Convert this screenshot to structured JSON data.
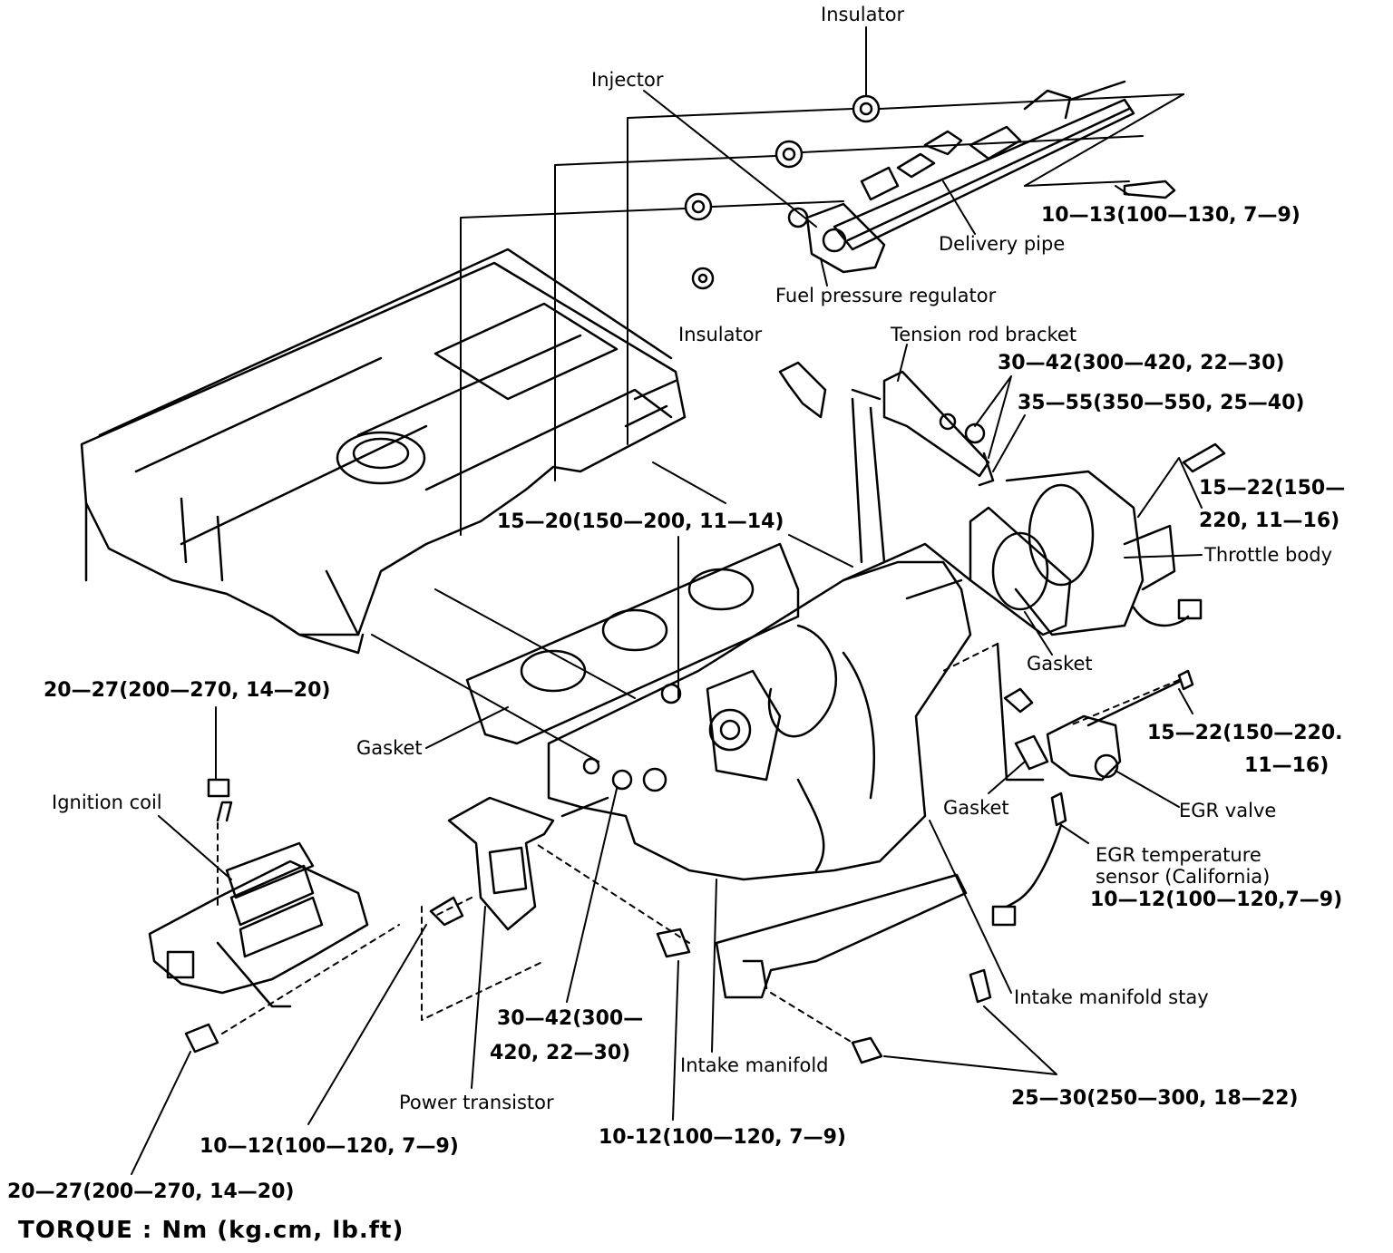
{
  "labels": {
    "insulator_top": "Insulator",
    "injector": "Injector",
    "delivery_pipe": "Delivery pipe",
    "fuel_pressure_regulator": "Fuel pressure regulator",
    "insulator_mid": "Insulator",
    "tension_rod_bracket": "Tension rod bracket",
    "throttle_body": "Throttle body",
    "gasket_throttle": "Gasket",
    "gasket_manifold": "Gasket",
    "gasket_egr": "Gasket",
    "egr_valve": "EGR valve",
    "egr_temp_sensor_1": "EGR  temperature",
    "egr_temp_sensor_2": "sensor  (California)",
    "ignition_coil": "Ignition coil",
    "power_transistor": "Power transistor",
    "intake_manifold": "Intake manifold",
    "intake_manifold_stay": "Intake manifold stay"
  },
  "torques": {
    "delivery_pipe_bolt": "10—13(100—130, 7—9)",
    "tension_rod_1": "30—42(300—420, 22—30)",
    "tension_rod_2": "35—55(350—550, 25—40)",
    "throttle_body_1": "15—22(150—",
    "throttle_body_2": "220, 11—16)",
    "manifold_nuts": "15—20(150—200, 11—14)",
    "egr_valve_1": "15—22(150—220.",
    "egr_valve_2": "11—16)",
    "egr_sensor": "10—12(100—120,7—9)",
    "coil_top": "20—27(200—270, 14—20)",
    "power_transistor_bracket_1": "30—42(300—",
    "power_transistor_bracket_2": "420, 22—30)",
    "stay_bolts": "25—30(250—300, 18—22)",
    "coil_bracket": "10—12(100—120, 7—9)",
    "transistor_bolt": "10-12(100—120, 7—9)",
    "coil_bottom": "20—27(200—270, 14—20)"
  },
  "legend": "TORQUE : Nm (kg.cm, lb.ft)"
}
